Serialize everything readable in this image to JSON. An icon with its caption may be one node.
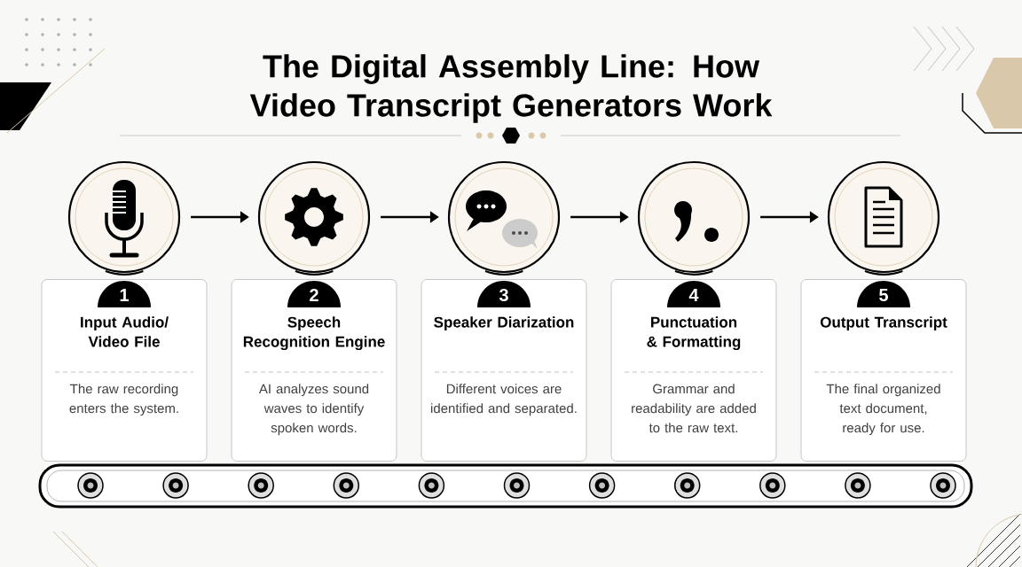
{
  "diagram": {
    "title": "The Digital Assembly Line: How Video Transcript Generators Work",
    "nodes": [
      {
        "text": [],
        "shape": "circle"
      },
      {
        "text": [],
        "shape": "circle"
      },
      {
        "text": [],
        "shape": "circle"
      },
      {
        "text": [],
        "shape": "circle"
      },
      {
        "text": [],
        "shape": "circle"
      },
      {
        "text": [
          "1",
          "Input Audio/ Video File",
          "The raw recording enters the system."
        ]
      },
      {
        "text": [
          "2",
          "Speech Recognition Engine",
          "AI analyzes sound waves to identify spoken words."
        ]
      },
      {
        "text": [
          "3",
          "Speaker Diarization",
          "Different voices are identified and separated."
        ]
      },
      {
        "text": [
          "4",
          "Punctuation & Formatting",
          "Grammar and readability are added to the raw text."
        ]
      },
      {
        "text": [
          "5",
          "Output Transcript",
          "The final organized text document, ready for use."
        ]
      }
    ],
    "edges": [
      {
        "from": 0,
        "to": 1,
        "arrow": "to"
      },
      {
        "from": 1,
        "to": 2,
        "arrow": "to"
      },
      {
        "from": 2,
        "to": 3,
        "arrow": "to"
      },
      {
        "from": 3,
        "to": 4,
        "arrow": "to"
      }
    ]
  }
}
